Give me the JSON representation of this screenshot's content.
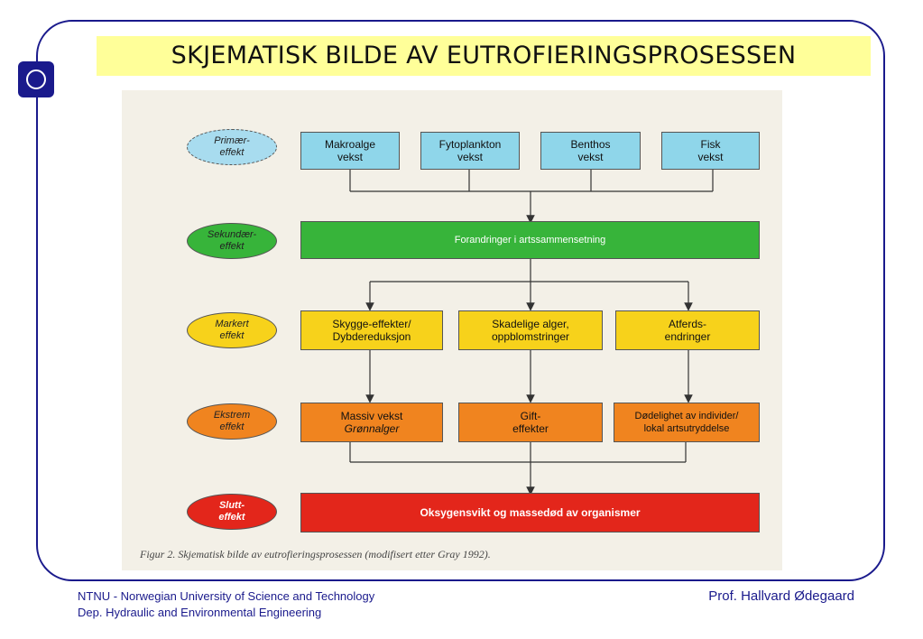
{
  "title": "SKJEMATISK BILDE AV EUTROFIERINGSPROSESSEN",
  "levels": [
    {
      "line1": "Primær-",
      "line2": "effekt",
      "color": "#a8dcef"
    },
    {
      "line1": "Sekundær-",
      "line2": "effekt",
      "color": "#37b43a"
    },
    {
      "line1": "Markert",
      "line2": "effekt",
      "color": "#f7d21b"
    },
    {
      "line1": "Ekstrem",
      "line2": "effekt",
      "color": "#f0841f"
    },
    {
      "line1": "Slutt-",
      "line2": "effekt",
      "color": "#e3261b"
    }
  ],
  "primary": [
    {
      "line1": "Makroalge",
      "line2": "vekst"
    },
    {
      "line1": "Fytoplankton",
      "line2": "vekst"
    },
    {
      "line1": "Benthos",
      "line2": "vekst"
    },
    {
      "line1": "Fisk",
      "line2": "vekst"
    }
  ],
  "secondary": "Forandringer i artssammensetning",
  "marked": [
    {
      "line1": "Skygge-effekter/",
      "line2": "Dybdereduksjon"
    },
    {
      "line1": "Skadelige alger,",
      "line2": "oppblomstringer"
    },
    {
      "line1": "Atferds-",
      "line2": "endringer"
    }
  ],
  "extreme": [
    {
      "line1": "Massiv vekst",
      "line2": "Grønnalger"
    },
    {
      "line1": "Gift-",
      "line2": "effekter"
    },
    {
      "line1": "Dødelighet av individer/",
      "line2": "lokal artsutryddelse"
    }
  ],
  "final": "Oksygensvikt og massedød av organismer",
  "caption": "Figur 2. Skjematisk bilde av eutrofieringsprosessen (modifisert etter Gray 1992).",
  "footer": {
    "line1": "NTNU - Norwegian University of Science and Technology",
    "line2": "Dep. Hydraulic and Environmental Engineering",
    "author": "Prof. Hallvard Ødegaard"
  }
}
